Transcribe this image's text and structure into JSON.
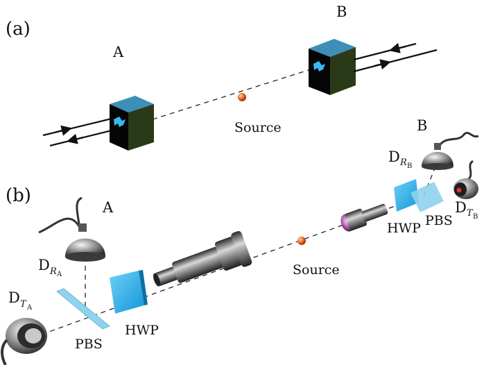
{
  "panel_a": {
    "tag": "(a)",
    "node_a": "A",
    "node_b": "B",
    "source": "Source"
  },
  "panel_b": {
    "tag": "(b)",
    "node_a": "A",
    "node_b": "B",
    "source": "Source",
    "hwp_a": "HWP",
    "pbs_a": "PBS",
    "hwp_b": "HWP",
    "pbs_b": "PBS",
    "detectors": {
      "d_r_a": {
        "main": "D",
        "sub1": "R",
        "sub2": "A"
      },
      "d_t_a": {
        "main": "D",
        "sub1": "T",
        "sub2": "A"
      },
      "d_r_b": {
        "main": "D",
        "sub1": "R",
        "sub2": "B"
      },
      "d_t_b": {
        "main": "D",
        "sub1": "T",
        "sub2": "B"
      }
    }
  },
  "colors": {
    "cube_top": "#3d8fb8",
    "cube_front": "#050505",
    "cube_side": "#2a3a18",
    "hwp_blue": "#22a9e6",
    "pbs_blue": "#8fd3ec",
    "source_orange": "#e8641a",
    "metal": "#8a8a8a"
  }
}
